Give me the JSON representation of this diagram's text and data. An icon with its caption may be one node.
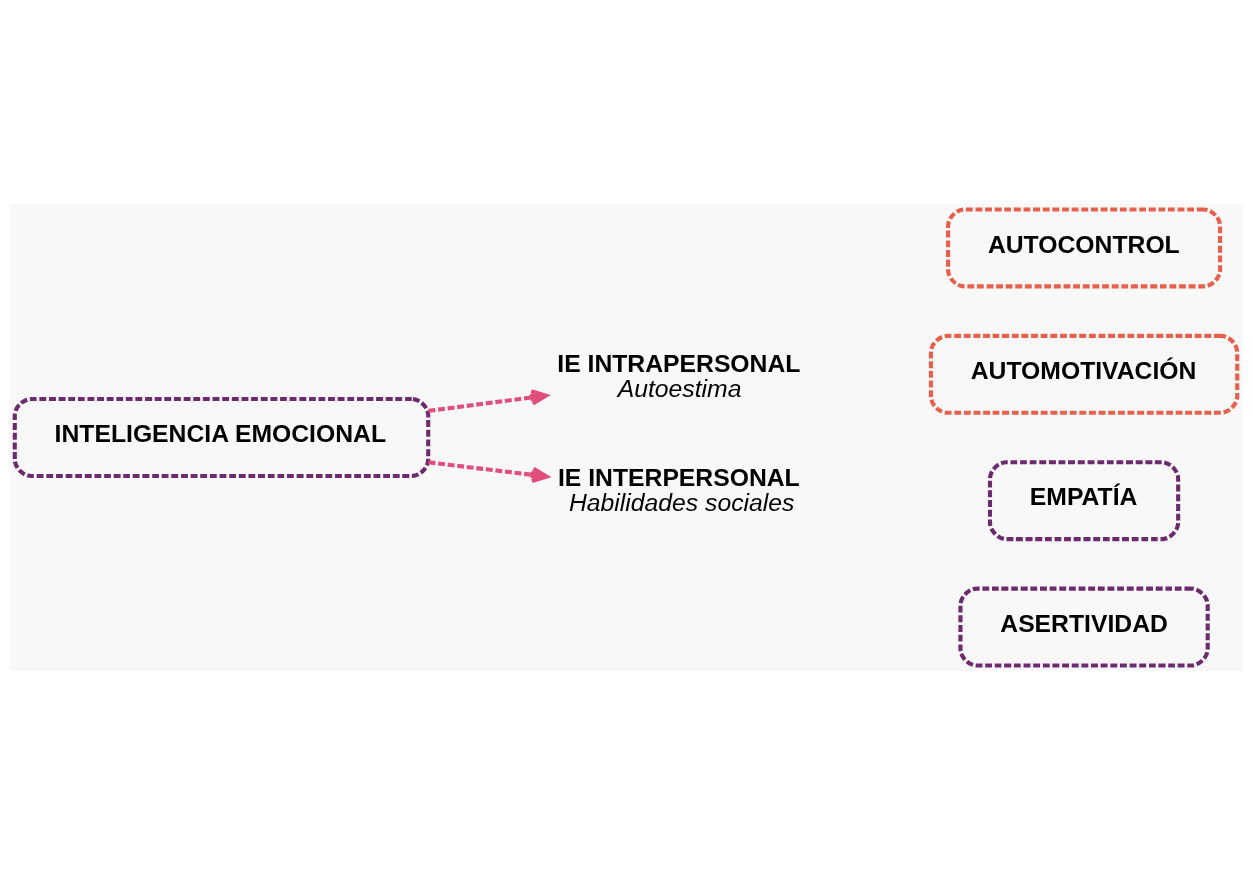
{
  "diagram": {
    "nodes": [
      {
        "text": [
          "INTELIGENCIA EMOCIONAL"
        ]
      },
      {
        "text": [
          "IE INTRAPERSONAL",
          "Autoestima"
        ]
      },
      {
        "text": [
          "AUTOCONTROL"
        ]
      },
      {
        "text": [
          "AUTOMOTIVACIÓN"
        ]
      },
      {
        "text": [
          "IE INTERPERSONAL",
          "Habilidades sociales"
        ]
      },
      {
        "text": [
          "EMPATÍA"
        ]
      },
      {
        "text": [
          "ASERTIVIDAD"
        ]
      }
    ],
    "edges": [
      {
        "from": 0,
        "to": 1,
        "arrow": "to",
        "style": "dashed"
      },
      {
        "from": 0,
        "to": 4,
        "arrow": "to",
        "style": "dashed"
      }
    ]
  }
}
